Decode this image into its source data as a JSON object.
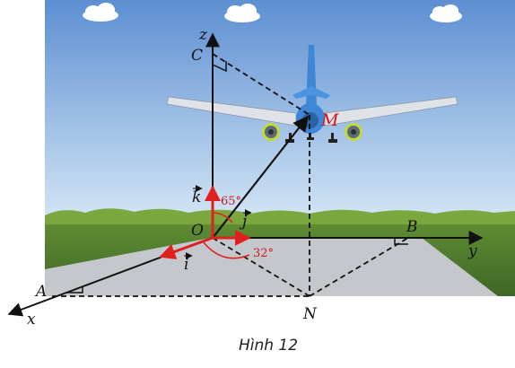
{
  "figure": {
    "caption": "Hình 12",
    "points": {
      "origin": "O",
      "c": "C",
      "m": "M",
      "a": "A",
      "b": "B",
      "n": "N"
    },
    "axes": {
      "x": "x",
      "y": "y",
      "z": "z"
    },
    "vectors": {
      "i": "i",
      "j": "j",
      "k": "k"
    },
    "angles": {
      "angle_oz_om": "65°",
      "angle_ox_on": "32°"
    },
    "colors": {
      "sky_top": "#5d8fd2",
      "sky_bottom": "#cfe4f6",
      "grass": "#4f7a2f",
      "runway": "#c4c8cc",
      "vector_red": "#e0201f",
      "aircraft_body": "#3e86d6"
    }
  }
}
